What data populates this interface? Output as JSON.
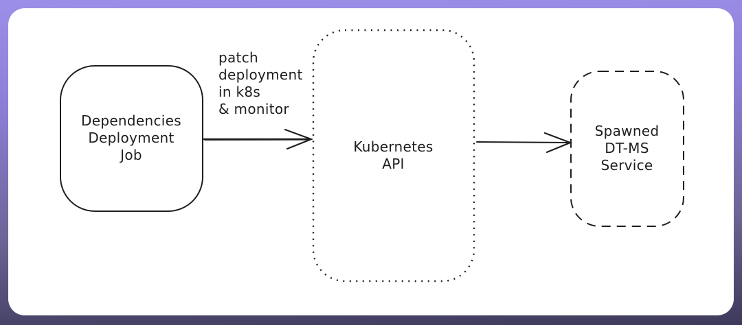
{
  "frame": {
    "background_gradient_top": "#9c8fe9",
    "background_gradient_bottom": "#3d3a5a",
    "surface_color": "#ffffff",
    "stroke_color": "#1e1e1e"
  },
  "diagram": {
    "style": "hand-drawn-whiteboard",
    "nodes": [
      {
        "id": "dependencies-deployment-job",
        "border_style": "solid",
        "lines": [
          "Dependencies",
          "Deployment",
          "Job"
        ]
      },
      {
        "id": "kubernetes-api",
        "border_style": "dotted",
        "lines": [
          "Kubernetes",
          "API"
        ]
      },
      {
        "id": "spawned-dtms-service",
        "border_style": "dashed",
        "lines": [
          "Spawned",
          "DT-MS",
          "Service"
        ]
      }
    ],
    "edges": [
      {
        "from": "dependencies-deployment-job",
        "to": "kubernetes-api",
        "label_lines": [
          "patch",
          "deployment",
          "in k8s",
          "& monitor"
        ]
      },
      {
        "from": "kubernetes-api",
        "to": "spawned-dtms-service",
        "label_lines": []
      }
    ]
  }
}
